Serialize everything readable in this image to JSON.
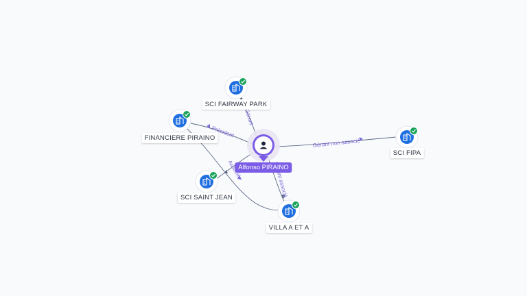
{
  "colors": {
    "company": "#1f6fe0",
    "badge": "#1aa35a",
    "person": "#7b5ce6",
    "edge": "#5b6785",
    "edge_label": "#7b6ad8"
  },
  "person": {
    "name": "Alfonso PIRAINO",
    "icon": "person-icon"
  },
  "companies": [
    {
      "id": "sci-fairway-park",
      "label": "SCI FAIRWAY PARK",
      "icon": "building-icon",
      "verified": true
    },
    {
      "id": "financiere-piraino",
      "label": "FINANCIERE PIRAINO",
      "icon": "building-icon",
      "verified": true
    },
    {
      "id": "sci-fipa",
      "label": "SCI FIPA",
      "icon": "building-icon",
      "verified": true
    },
    {
      "id": "sci-saint-jean",
      "label": "SCI SAINT JEAN",
      "icon": "building-icon",
      "verified": true
    },
    {
      "id": "villa-a-et-a",
      "label": "VILLA A ET A",
      "icon": "building-icon",
      "verified": true
    }
  ],
  "edges": [
    {
      "from": "person",
      "to": "sci-fairway-park",
      "label": "Gérant"
    },
    {
      "from": "person",
      "to": "financiere-piraino",
      "label": "Président"
    },
    {
      "from": "person",
      "to": "sci-fipa",
      "label": "Gérant non associé"
    },
    {
      "from": "financiere-piraino",
      "to": "villa-a-et-a",
      "label": "Associé"
    },
    {
      "from": "person",
      "to": "villa-a-et-a",
      "label": "Gérant associé"
    },
    {
      "from": "person",
      "to": "sci-saint-jean",
      "label": ""
    }
  ]
}
